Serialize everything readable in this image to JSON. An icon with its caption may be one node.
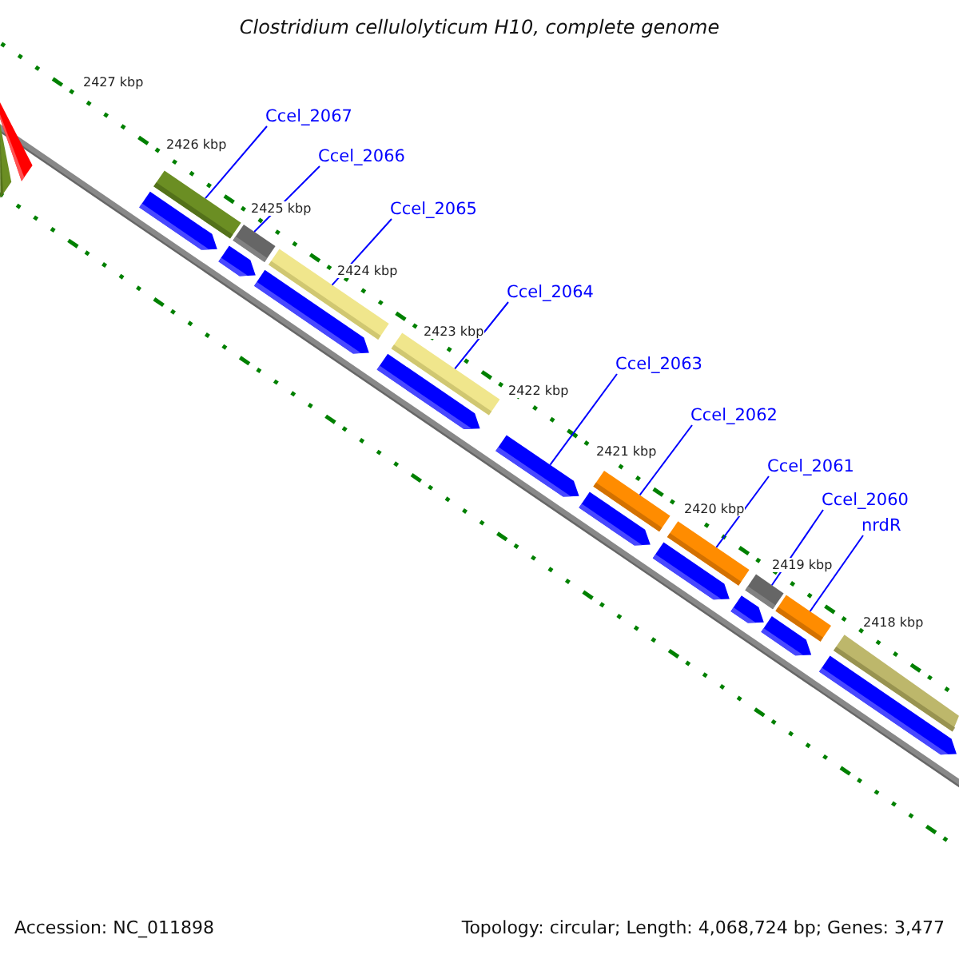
{
  "diagram": {
    "title": "Clostridium cellulolyticum H10, complete genome",
    "nodes": [
      {
        "text": [
          "Ccel_2067"
        ]
      },
      {
        "text": [
          "Ccel_2066"
        ]
      },
      {
        "text": [
          "Ccel_2065"
        ]
      },
      {
        "text": [
          "Ccel_2064"
        ]
      },
      {
        "text": [
          "Ccel_2063"
        ]
      },
      {
        "text": [
          "Ccel_2062"
        ]
      },
      {
        "text": [
          "Ccel_2061"
        ]
      },
      {
        "text": [
          "Ccel_2060"
        ]
      },
      {
        "text": [
          "nrdR"
        ]
      },
      {
        "text": [],
        "shape": "bar"
      },
      {
        "text": [],
        "shape": "bar"
      },
      {
        "text": [],
        "shape": "bar"
      },
      {
        "text": [],
        "shape": "arrow"
      },
      {
        "text": [],
        "shape": "bar"
      },
      {
        "text": [],
        "shape": "arrow"
      },
      {
        "text": [],
        "shape": "bar"
      },
      {
        "text": [],
        "shape": "arrow"
      },
      {
        "text": [],
        "shape": "bar"
      },
      {
        "text": [],
        "shape": "arrow"
      },
      {
        "text": [],
        "shape": "arrow"
      },
      {
        "text": [],
        "shape": "bar"
      },
      {
        "text": [],
        "shape": "arrow"
      },
      {
        "text": [],
        "shape": "bar"
      },
      {
        "text": [],
        "shape": "arrow"
      },
      {
        "text": [],
        "shape": "bar"
      },
      {
        "text": [],
        "shape": "arrow"
      },
      {
        "text": [],
        "shape": "bar"
      },
      {
        "text": [],
        "shape": "arrow"
      },
      {
        "text": [],
        "shape": "bar"
      },
      {
        "text": [],
        "shape": "arrow"
      }
    ],
    "edges": [
      {
        "from": 0,
        "to": 11,
        "arrow": "none"
      },
      {
        "from": 1,
        "to": 13,
        "arrow": "none"
      },
      {
        "from": 2,
        "to": 15,
        "arrow": "none"
      },
      {
        "from": 3,
        "to": 17,
        "arrow": "none"
      },
      {
        "from": 4,
        "to": 19,
        "arrow": "none"
      },
      {
        "from": 5,
        "to": 20,
        "arrow": "none"
      },
      {
        "from": 6,
        "to": 22,
        "arrow": "none"
      },
      {
        "from": 7,
        "to": 24,
        "arrow": "none"
      },
      {
        "from": 8,
        "to": 26,
        "arrow": "none"
      }
    ],
    "labels": [
      "2427 kbp",
      "2426 kbp",
      "2425 kbp",
      "2424 kbp",
      "2423 kbp",
      "2422 kbp",
      "2421 kbp",
      "2420 kbp",
      "2419 kbp",
      "2418 kbp",
      "Accession: NC_011898",
      "Topology: circular; Length: 4,068,724 bp; Genes: 3,477"
    ]
  }
}
